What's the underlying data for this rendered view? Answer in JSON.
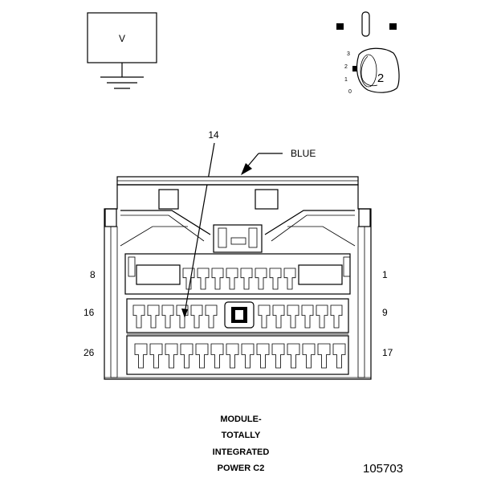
{
  "meter": {
    "label": "V"
  },
  "key_switch": {
    "key_label": "2",
    "positions": [
      "3",
      "2",
      "1",
      "0"
    ]
  },
  "callout": {
    "pin_label": "14"
  },
  "connector": {
    "color_label": "BLUE",
    "pin_left_row1": "8",
    "pin_left_row2": "16",
    "pin_left_row3": "26",
    "pin_right_row1": "1",
    "pin_right_row2": "9",
    "pin_right_row3": "17"
  },
  "caption": {
    "line1": "MODULE-",
    "line2": "TOTALLY",
    "line3": "INTEGRATED",
    "line4": "POWER C2"
  },
  "figure_id": "105703"
}
